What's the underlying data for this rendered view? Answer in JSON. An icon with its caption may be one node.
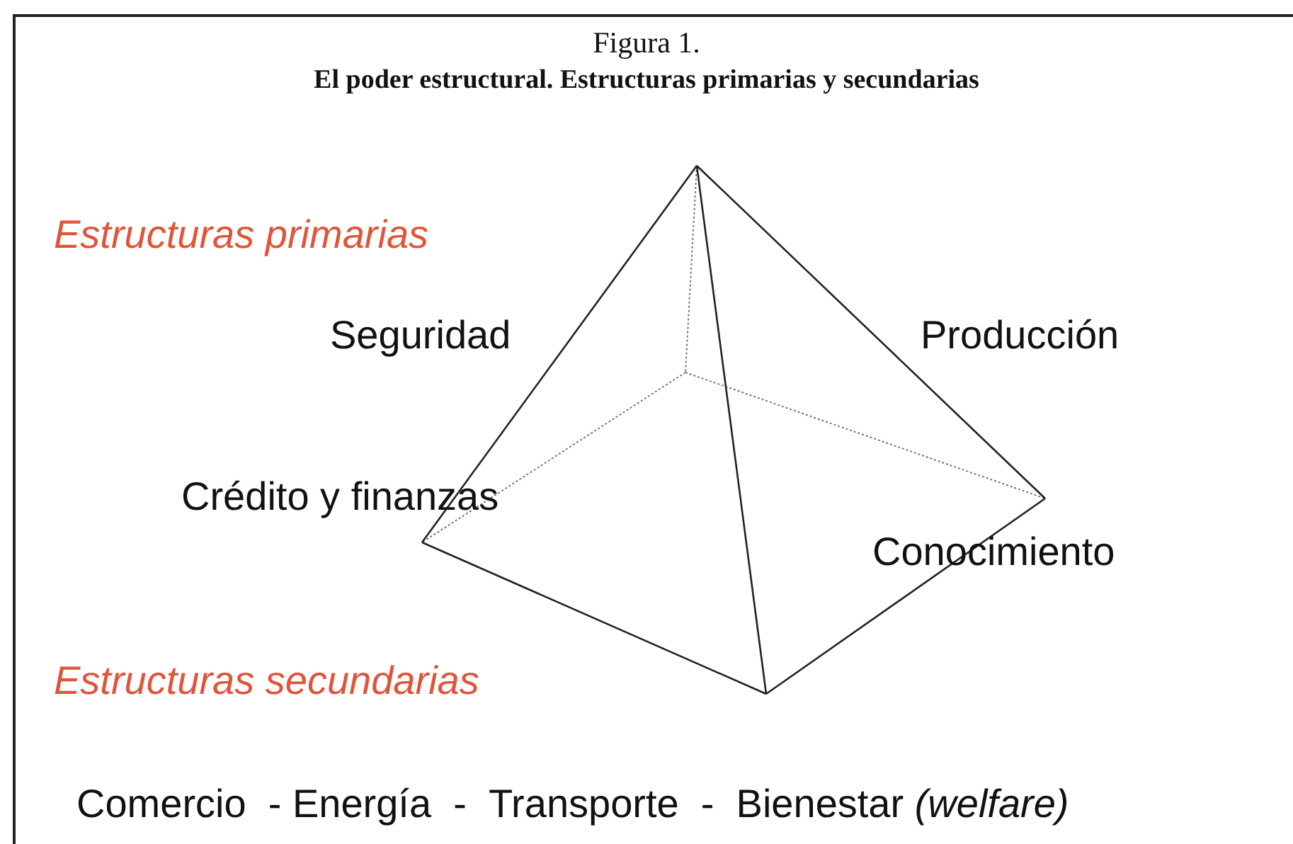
{
  "diagram": {
    "title": "El poder estructural. Estructuras primarias y secundarias",
    "labels": [
      "Figura 1.",
      "Estructuras primarias",
      "Seguridad",
      "Producción",
      "Crédito y finanzas",
      "Conocimiento",
      "Estructuras secundarias",
      "Comercio  - Energía  -  Transporte  -  Bienestar *(welfare)*"
    ]
  }
}
